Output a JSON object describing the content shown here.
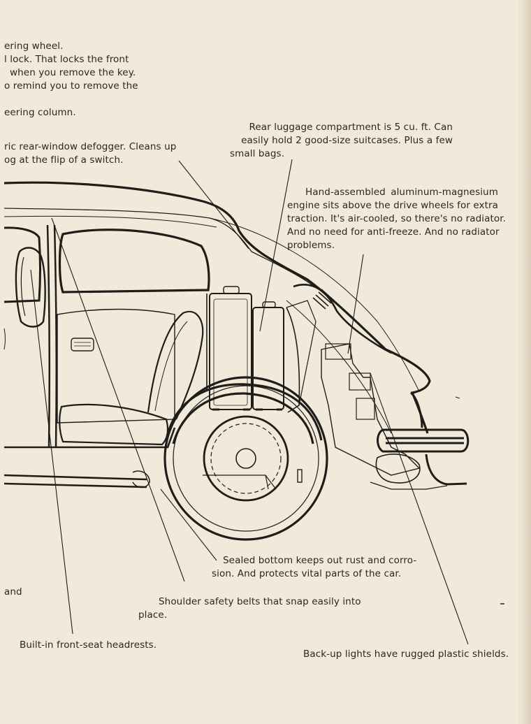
{
  "text_blocks": {
    "steering": [
      "ering wheel.",
      "l lock. That locks the front",
      "when you remove the key.",
      "o remind you to remove the",
      "",
      "eering column."
    ],
    "defogger": [
      "ric rear-window defogger. Cleans up",
      "og at the flip of a switch."
    ],
    "luggage": [
      "Rear luggage compartment is 5 cu. ft. Can",
      "easily hold 2 good-size suitcases. Plus a few",
      "small bags."
    ],
    "engine": [
      "Hand-assembled aluminum-magnesium",
      "engine sits above the drive wheels for extra",
      "traction. It's air-cooled, so there's no radiator.",
      "And no need for anti-freeze. And no radiator",
      "problems."
    ],
    "sealed": [
      "Sealed bottom keeps out rust and corro-",
      "sion. And protects vital parts of the car."
    ],
    "and": [
      "and"
    ],
    "shoulder": [
      "Shoulder safety belts that snap easily into",
      "place."
    ],
    "headrests": [
      "Built-in front-seat headrests."
    ],
    "backup": [
      "Back-up lights have rugged plastic shields."
    ]
  },
  "colors": {
    "paper": "#f1eadb",
    "ink": "#2a2622"
  }
}
